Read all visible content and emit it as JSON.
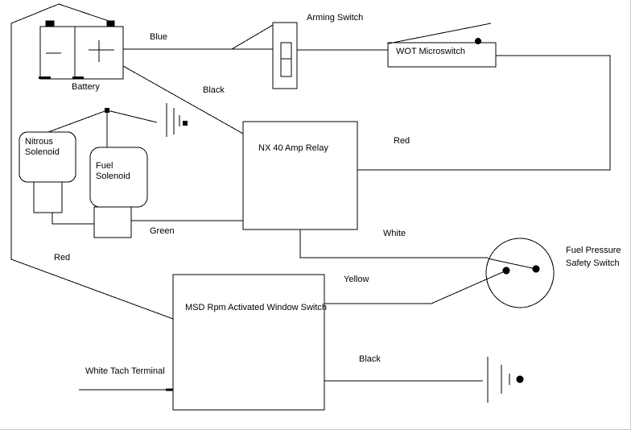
{
  "diagram": {
    "description": "Nitrous system wiring diagram",
    "colors": {
      "line": "#000000",
      "background": "#ffffff"
    },
    "components": {
      "battery": {
        "label": "Battery"
      },
      "arming_switch": {
        "label": "Arming Switch"
      },
      "wot_microswitch": {
        "label": "WOT Microswitch"
      },
      "relay": {
        "label": "NX 40 Amp Relay"
      },
      "nitrous_solenoid": {
        "label": "Nitrous Solenoid"
      },
      "fuel_solenoid": {
        "label": "Fuel Solenoid"
      },
      "window_switch": {
        "label": "MSD Rpm Activated Window Switch"
      },
      "fuel_pressure_switch": {
        "line1": "Fuel Pressure",
        "line2": "Safety Switch"
      },
      "tach_terminal": {
        "label": "White Tach Terminal"
      }
    },
    "wire_labels": {
      "blue": "Blue",
      "black_top": "Black",
      "red_top": "Red",
      "green": "Green",
      "white": "White",
      "yellow": "Yellow",
      "red_left": "Red",
      "black_bottom": "Black"
    }
  }
}
